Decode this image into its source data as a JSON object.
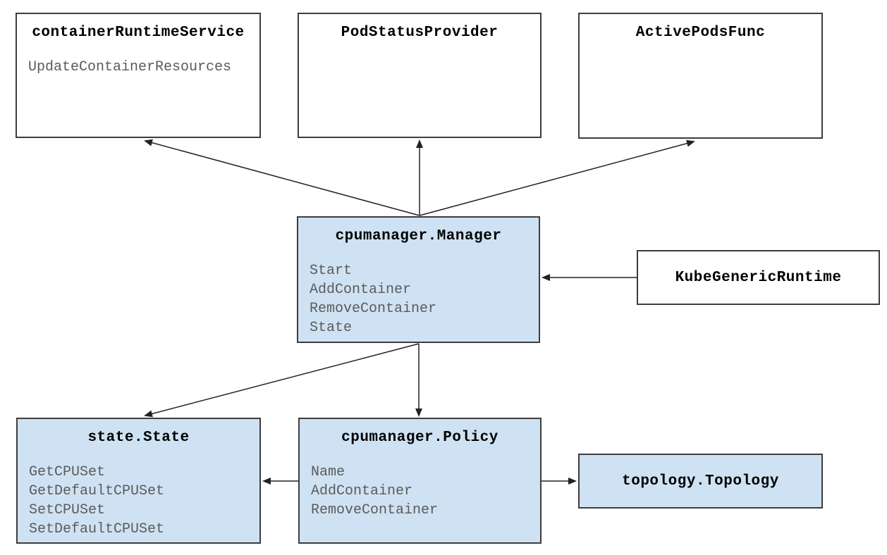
{
  "diagram": {
    "colors": {
      "node_fill_blue": "#cfe2f3",
      "node_fill_white": "#ffffff",
      "node_border": "#3d3d3d",
      "title_text": "#000000",
      "method_text": "#5b5b5b",
      "arrow": "#222222",
      "background": "#ffffff"
    },
    "nodes": [
      {
        "id": "containerRuntimeService",
        "title": "containerRuntimeService",
        "methods": [
          "UpdateContainerResources"
        ],
        "fill": "white"
      },
      {
        "id": "PodStatusProvider",
        "title": "PodStatusProvider",
        "methods": [],
        "fill": "white"
      },
      {
        "id": "ActivePodsFunc",
        "title": "ActivePodsFunc",
        "methods": [],
        "fill": "white"
      },
      {
        "id": "cpumanager.Manager",
        "title": "cpumanager.Manager",
        "methods": [
          "Start",
          "AddContainer",
          "RemoveContainer",
          "State"
        ],
        "fill": "blue"
      },
      {
        "id": "KubeGenericRuntime",
        "title": "KubeGenericRuntime",
        "methods": [],
        "fill": "white"
      },
      {
        "id": "state.State",
        "title": "state.State",
        "methods": [
          "GetCPUSet",
          "GetDefaultCPUSet",
          "SetCPUSet",
          "SetDefaultCPUSet"
        ],
        "fill": "blue"
      },
      {
        "id": "cpumanager.Policy",
        "title": "cpumanager.Policy",
        "methods": [
          "Name",
          "AddContainer",
          "RemoveContainer"
        ],
        "fill": "blue"
      },
      {
        "id": "topology.Topology",
        "title": "topology.Topology",
        "methods": [],
        "fill": "blue"
      }
    ],
    "edges": [
      {
        "from": "cpumanager.Manager",
        "to": "containerRuntimeService"
      },
      {
        "from": "cpumanager.Manager",
        "to": "PodStatusProvider"
      },
      {
        "from": "cpumanager.Manager",
        "to": "ActivePodsFunc"
      },
      {
        "from": "KubeGenericRuntime",
        "to": "cpumanager.Manager"
      },
      {
        "from": "cpumanager.Manager",
        "to": "state.State"
      },
      {
        "from": "cpumanager.Manager",
        "to": "cpumanager.Policy"
      },
      {
        "from": "cpumanager.Policy",
        "to": "state.State"
      },
      {
        "from": "cpumanager.Policy",
        "to": "topology.Topology"
      }
    ]
  }
}
